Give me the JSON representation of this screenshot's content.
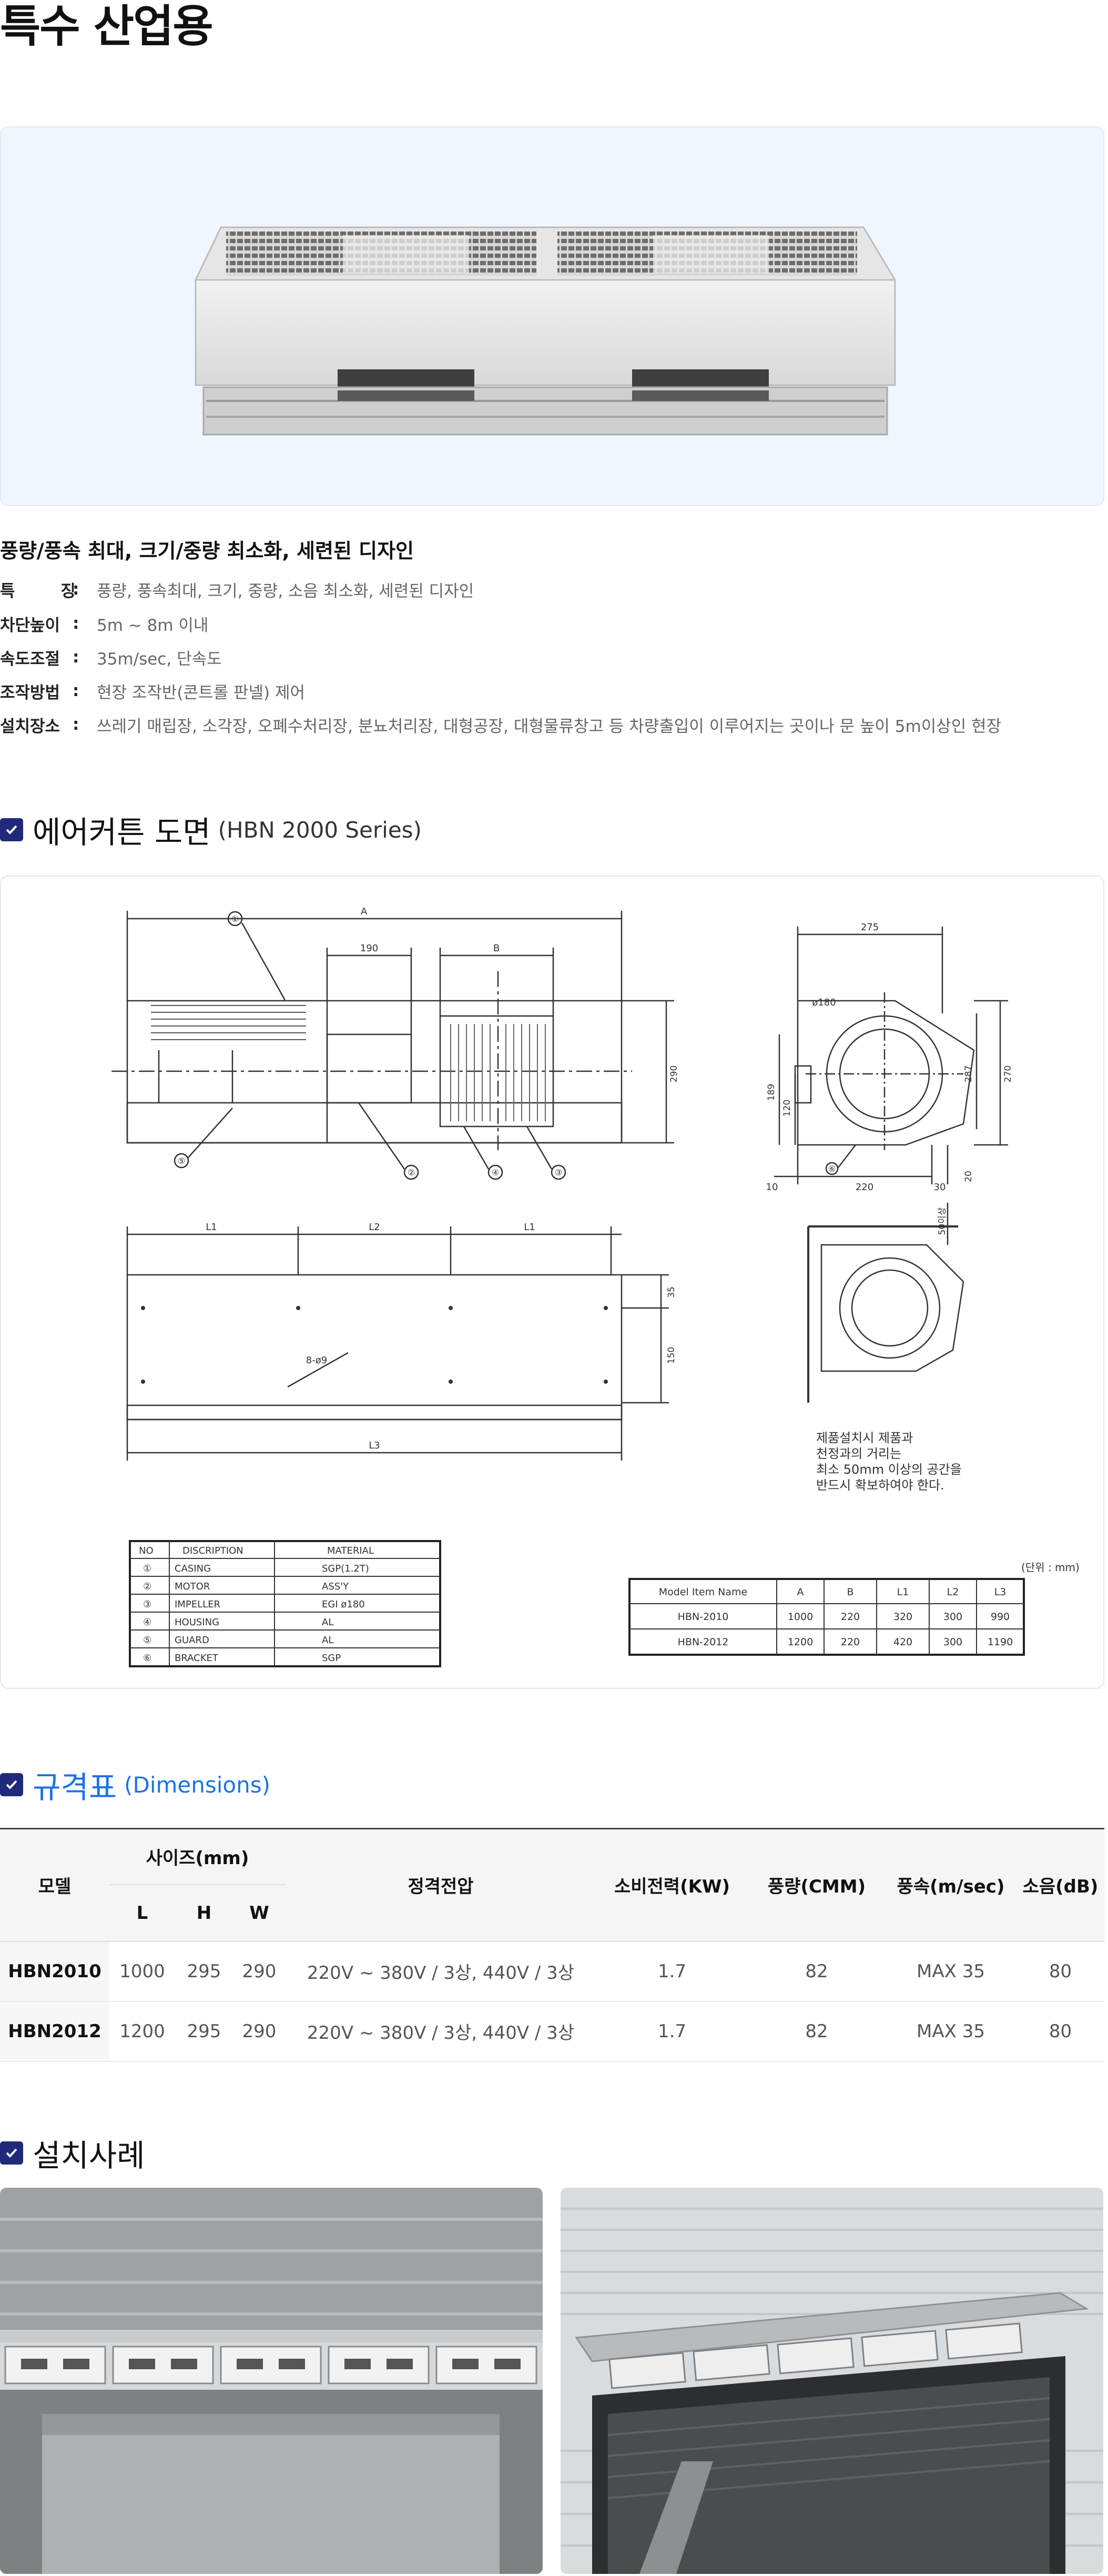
{
  "page": {
    "title": "특수 산업용"
  },
  "product": {
    "headline": "풍량/풍속 최대, 크기/중량 최소화, 세련된 디자인",
    "features": [
      {
        "label": "특 징",
        "value": "풍량, 풍속최대, 크기, 중량, 소음 최소화, 세련된 디자인"
      },
      {
        "label": "차단높이",
        "value": "5m ~ 8m 이내"
      },
      {
        "label": "속도조절",
        "value": "35m/sec, 단속도"
      },
      {
        "label": "조작방법",
        "value": "현장 조작반(콘트롤 판넬) 제어"
      },
      {
        "label": "설치장소",
        "value": "쓰레기 매립장, 소각장, 오폐수처리장, 분뇨처리장, 대형공장, 대형물류창고 등 차량출입이 이루어지는 곳이나 문 높이 5m이상인 현장"
      }
    ]
  },
  "drawing": {
    "title": "에어커튼 도면",
    "subtitle": "(HBN 2000 Series)",
    "dims": {
      "A": "A",
      "B": "B",
      "d190": "190",
      "d275": "275",
      "d180": "ø180",
      "d290": "290",
      "d189": "189",
      "d120": "120",
      "d287": "287",
      "d270": "270",
      "d10": "10",
      "d220": "220",
      "d30": "30",
      "d20": "20",
      "L1": "L1",
      "L2": "L2",
      "L3": "L3",
      "holes": "8-ø9",
      "d35": "35",
      "d150": "150",
      "d50": "50이상"
    },
    "callouts": [
      "①",
      "②",
      "③",
      "④",
      "⑤",
      "⑥"
    ],
    "install_note": [
      "제품설치시 제품과",
      "천정과의 거리는",
      "최소 50mm 이상의 공간을",
      "반드시 확보하여야 한다."
    ],
    "parts_table": {
      "headers": [
        "NO",
        "DISCRIPTION",
        "MATERIAL"
      ],
      "rows": [
        [
          "①",
          "CASING",
          "SGP(1.2T)"
        ],
        [
          "②",
          "MOTOR",
          "ASS'Y"
        ],
        [
          "③",
          "IMPELLER",
          "EGI ø180"
        ],
        [
          "④",
          "HOUSING",
          "AL"
        ],
        [
          "⑤",
          "GUARD",
          "AL"
        ],
        [
          "⑥",
          "BRACKET",
          "SGP"
        ]
      ]
    },
    "unit_label": "(단위 : mm)",
    "model_table": {
      "headers": [
        "Model Item Name",
        "A",
        "B",
        "L1",
        "L2",
        "L3"
      ],
      "rows": [
        [
          "HBN-2010",
          "1000",
          "220",
          "320",
          "300",
          "990"
        ],
        [
          "HBN-2012",
          "1200",
          "220",
          "420",
          "300",
          "1190"
        ]
      ]
    }
  },
  "spec": {
    "title": "규격표",
    "subtitle": "(Dimensions)",
    "headers": {
      "model": "모델",
      "size": "사이즈(mm)",
      "L": "L",
      "H": "H",
      "W": "W",
      "voltage": "정격전압",
      "power": "소비전력(KW)",
      "airflow": "풍량(CMM)",
      "speed": "풍속(m/sec)",
      "noise": "소음(dB)"
    },
    "rows": [
      {
        "model": "HBN2010",
        "L": "1000",
        "H": "295",
        "W": "290",
        "voltage": "220V ~ 380V / 3상, 440V / 3상",
        "power": "1.7",
        "airflow": "82",
        "speed": "MAX 35",
        "noise": "80"
      },
      {
        "model": "HBN2012",
        "L": "1200",
        "H": "295",
        "W": "290",
        "voltage": "220V ~ 380V / 3상, 440V / 3상",
        "power": "1.7",
        "airflow": "82",
        "speed": "MAX 35",
        "noise": "80"
      }
    ]
  },
  "cases": {
    "title": "설치사례"
  },
  "colors": {
    "accent": "#1a73e8",
    "check": "#1f2a7a",
    "hero_bg": "#f0f6fd"
  }
}
